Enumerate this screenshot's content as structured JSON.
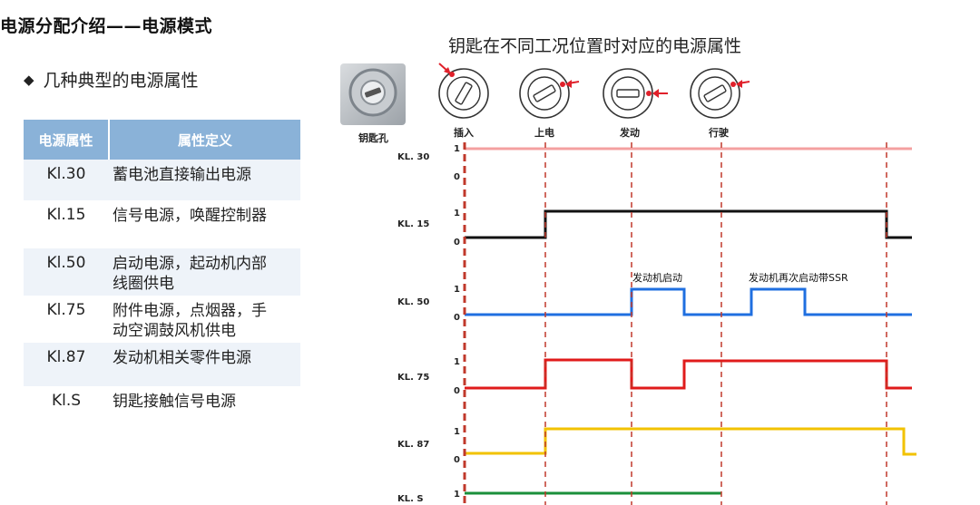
{
  "header": {
    "title": "电源分配介绍——电源模式",
    "bullet": "几种典型的电源属性"
  },
  "table": {
    "headers": [
      "电源属性",
      "属性定义"
    ],
    "rows": [
      {
        "code": "Kl.30",
        "definition": [
          "蓄电池直接输出电源"
        ]
      },
      {
        "code": "Kl.15",
        "definition": [
          "信号电源，唤醒控制器"
        ]
      },
      {
        "code": "Kl.50",
        "definition": [
          "启动电源，起动机内部",
          "线圈供电"
        ]
      },
      {
        "code": "Kl.75",
        "definition": [
          "附件电源，点烟器，手",
          "动空调鼓风机供电"
        ]
      },
      {
        "code": "Kl.87",
        "definition": [
          "发动机相关零件电源"
        ]
      },
      {
        "code": "Kl.S",
        "definition": [
          "钥匙接触信号电源"
        ]
      }
    ]
  },
  "diagram": {
    "title": "钥匙在不同工况位置时对应的电源属性",
    "keyhole_label": "钥匙孔",
    "positions": [
      "插入",
      "上电",
      "发动",
      "行驶"
    ],
    "level_labels": {
      "high": "1",
      "low": "0"
    },
    "annotations": {
      "start": "发动机启动",
      "restart": "发动机再次启动带SSR"
    },
    "colors": {
      "kl30": "#f4a0a0",
      "kl15": "#111111",
      "kl50": "#1f6fe0",
      "kl75": "#e01b1b",
      "kl87": "#f2c200",
      "kls": "#1a8f3a",
      "dash": "#c0392b",
      "arrow": "#e0202a",
      "header": "#8ab2d8"
    },
    "signals": [
      {
        "name": "KL. 30"
      },
      {
        "name": "KL. 15"
      },
      {
        "name": "KL. 50"
      },
      {
        "name": "KL. 75"
      },
      {
        "name": "KL. 87"
      },
      {
        "name": "KL. S"
      }
    ]
  }
}
